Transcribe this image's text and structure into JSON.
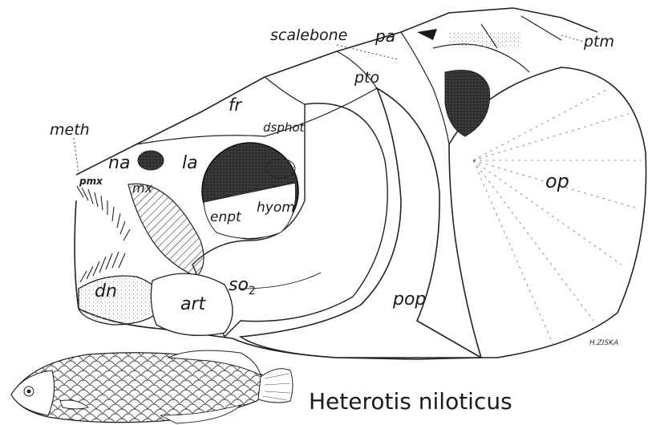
{
  "figure": {
    "caption": "Heterotis niloticus",
    "signature": "H.ZISKA",
    "labels": {
      "scalebone": "scalebone",
      "pa": "pa",
      "ptm": "ptm",
      "pto": "pto",
      "fr": "fr",
      "meth": "meth",
      "na": "na",
      "la": "la",
      "dsphot": "dsphot",
      "pmx": "pmx",
      "mx": "mx",
      "enpt": "enpt",
      "hyom": "hyom",
      "op": "op",
      "so2": "so",
      "so2_sub": "2",
      "dn": "dn",
      "art": "art",
      "pop": "pop"
    }
  }
}
